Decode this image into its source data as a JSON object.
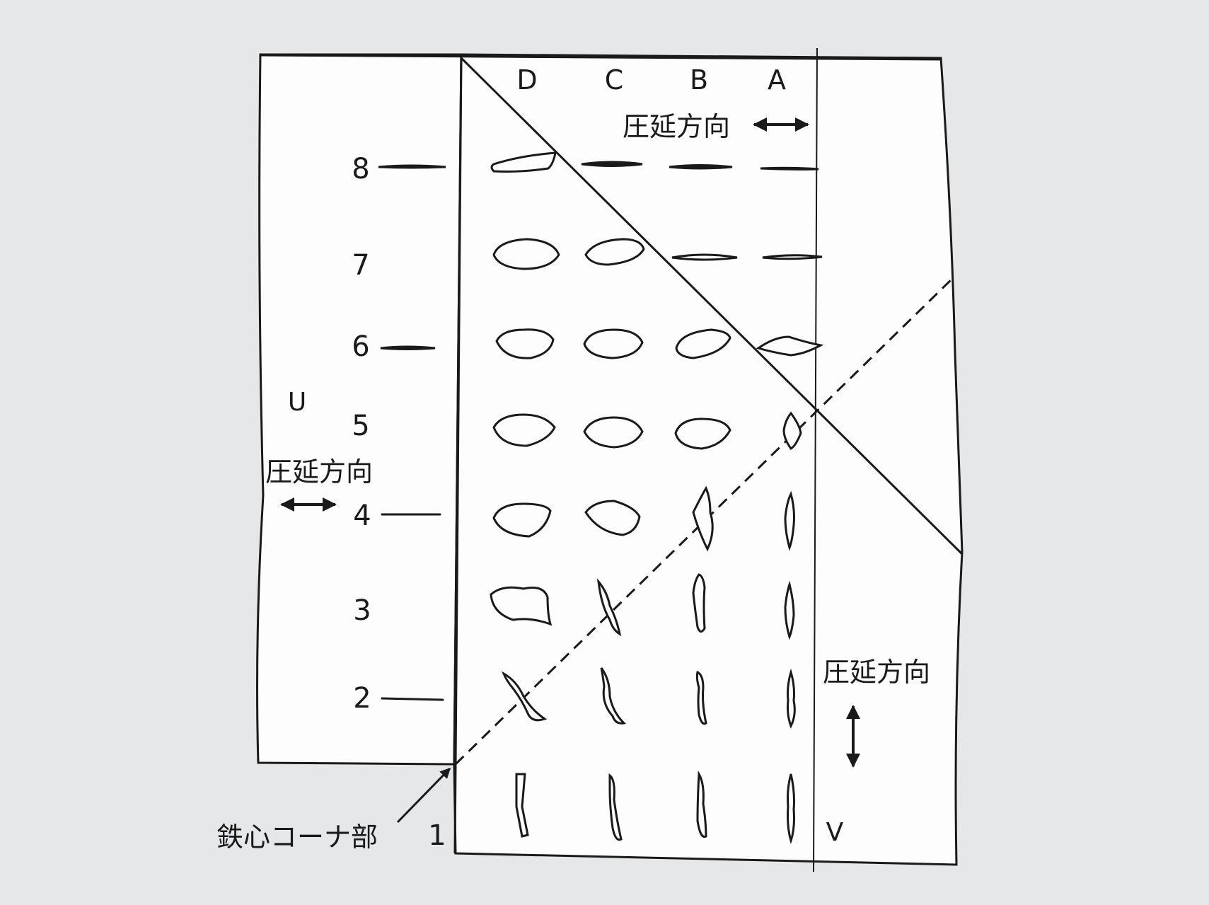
{
  "columns": [
    "D",
    "C",
    "B",
    "A"
  ],
  "rows": [
    "8",
    "7",
    "6",
    "5",
    "4",
    "3",
    "2",
    "1"
  ],
  "labels": {
    "rolling_direction_top": "圧延方向",
    "rolling_direction_left": "圧延方向",
    "rolling_direction_right": "圧延方向",
    "u_region": "U",
    "v_region": "V",
    "core_corner": "鉄心コーナ部"
  },
  "colors": {
    "ink": "#1a1a1a",
    "sheet": "#fdfdfd",
    "background": "#e6e7e8"
  }
}
